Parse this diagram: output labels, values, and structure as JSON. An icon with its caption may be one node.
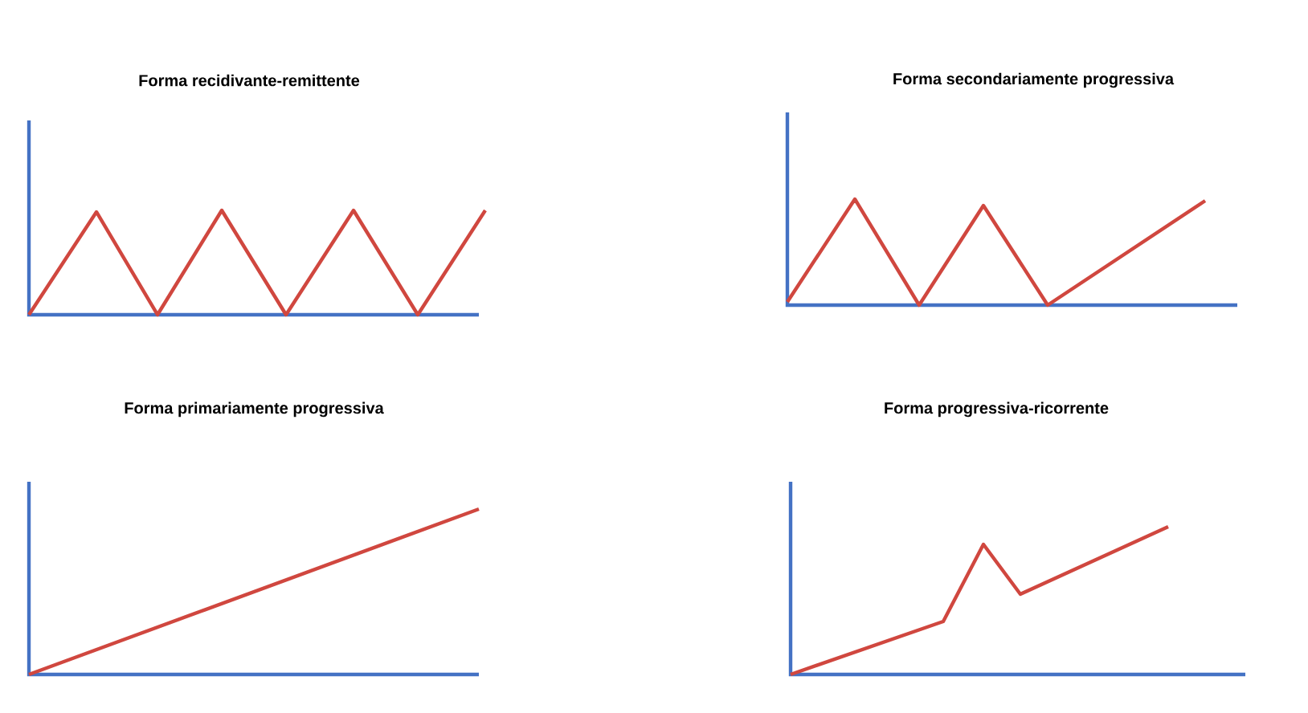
{
  "diagram": {
    "labels": [
      "Forma recidivante-remittente",
      "Forma secondariamente progressiva",
      "Forma primariamente progressiva",
      "Forma progressiva-ricorrente"
    ]
  }
}
